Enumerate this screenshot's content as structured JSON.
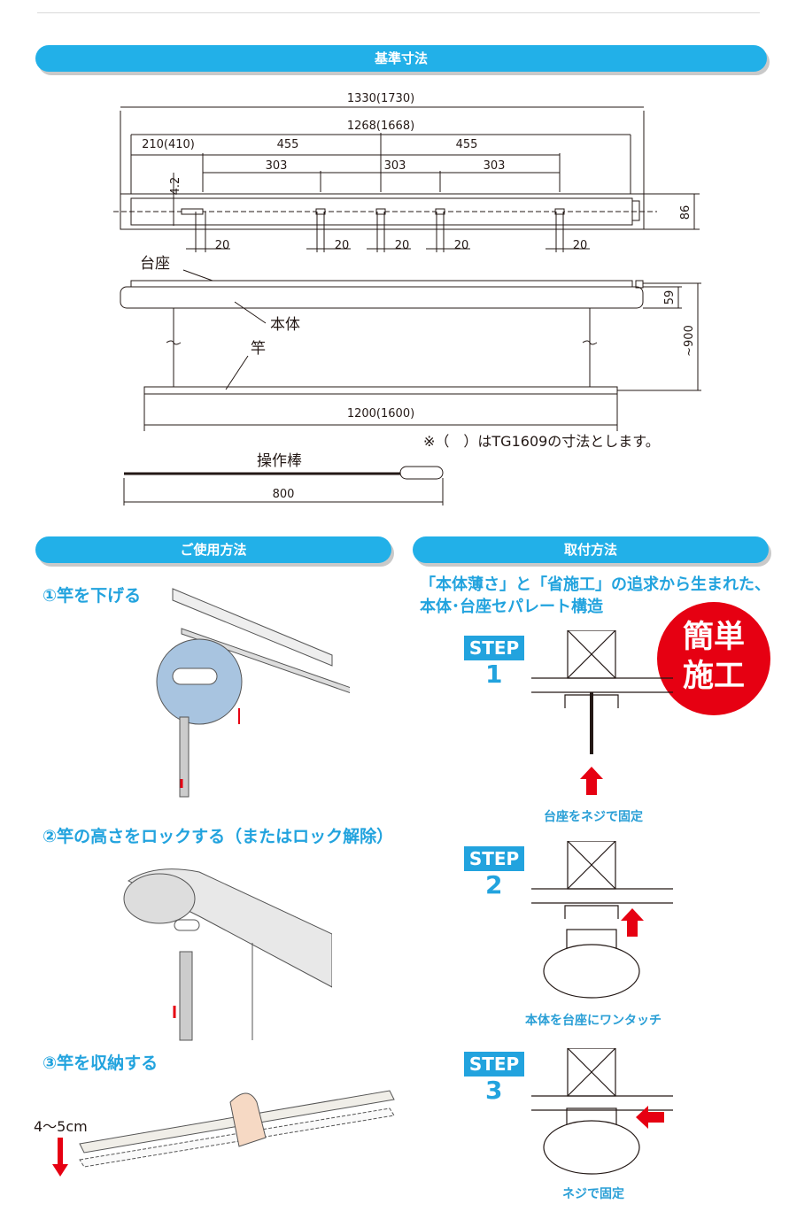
{
  "sections": {
    "dimensions_title": "基準寸法",
    "usage_title": "ご使用方法",
    "install_title": "取付方法"
  },
  "dims": {
    "overall": "1330(1730)",
    "body": "1268(1668)",
    "d210": "210(410)",
    "d455a": "455",
    "d455b": "455",
    "d303a": "303",
    "d303b": "303",
    "d303c": "303",
    "d42": "4.2",
    "d86": "86",
    "d20": "20",
    "d59": "59",
    "d900": "~900",
    "d1200": "1200(1600)",
    "rod800": "800"
  },
  "labels": {
    "base": "台座",
    "body": "本体",
    "pole": "竿",
    "rod": "操作棒",
    "note": "※（　）はTG1609の寸法とします。"
  },
  "usage": {
    "step1": "①竿を下げる",
    "step2": "②竿の高さをロックする（またはロック解除）",
    "step3": "③竿を収納する",
    "gap": "4〜5cm"
  },
  "install": {
    "lead_line1": "「本体薄さ」と「省施工」の追求から生まれた、",
    "lead_line2": "本体･台座セパレート構造",
    "badge_line1": "簡単",
    "badge_line2": "施工",
    "step_word": "STEP",
    "step1_num": "1",
    "step2_num": "2",
    "step3_num": "3",
    "step1_caption": "台座をネジで固定",
    "step2_caption": "本体を台座にワンタッチ",
    "step3_caption": "ネジで固定"
  },
  "colors": {
    "accent": "#22b0e8",
    "red": "#e60012",
    "step_text": "#22a3de"
  }
}
